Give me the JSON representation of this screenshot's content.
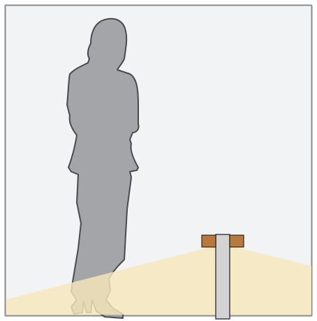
{
  "colors": {
    "frame_border": "#8a8a8a",
    "wall_background": "#f2f3f5",
    "light_beam": "#f6e7bb",
    "silhouette_fill": "#a3a5a8",
    "silhouette_stroke": "#4a4a4c",
    "pole_fill": "#d3d3d5",
    "pole_stroke": "#3f3f41",
    "fixture_fill": "#b87a3c",
    "fixture_stroke": "#2f2418"
  },
  "elements": {
    "figure": "standing-woman-silhouette",
    "fixture": "bollard-light",
    "beam": "ground-light-beam"
  }
}
